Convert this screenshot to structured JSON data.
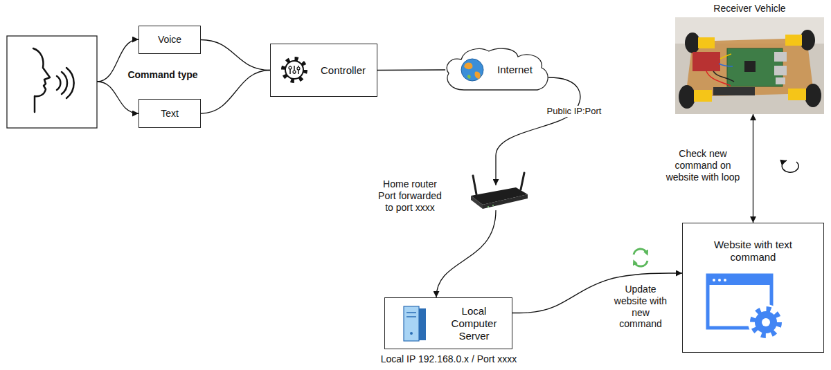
{
  "diagram": {
    "nodes": [
      {
        "text": [
          "Voice"
        ]
      },
      {
        "text": [
          "Text"
        ]
      },
      {
        "text": [
          "Controller"
        ]
      },
      {
        "text": [
          "Internet"
        ]
      },
      {
        "text": [
          "Receiver Vehicle"
        ]
      },
      {
        "text": [
          "Local Computer Server"
        ]
      },
      {
        "text": [
          "Website with text command"
        ]
      }
    ],
    "edges": [
      {
        "from": 0,
        "to": 2,
        "arrow": "none"
      },
      {
        "from": 1,
        "to": 2,
        "arrow": "none"
      },
      {
        "from": 2,
        "to": 3,
        "arrow": "none"
      },
      {
        "from": 5,
        "to": 6,
        "arrow": "to",
        "label": "Update website with new command"
      },
      {
        "from": 4,
        "to": 6,
        "arrow": "both",
        "label": "Check new command on website with loop"
      }
    ],
    "labels": [
      "Command type",
      "Public IP:Port",
      "Home router Port forwarded to port xxxx",
      "Local IP 192.168.0.x / Port xxxx"
    ]
  }
}
